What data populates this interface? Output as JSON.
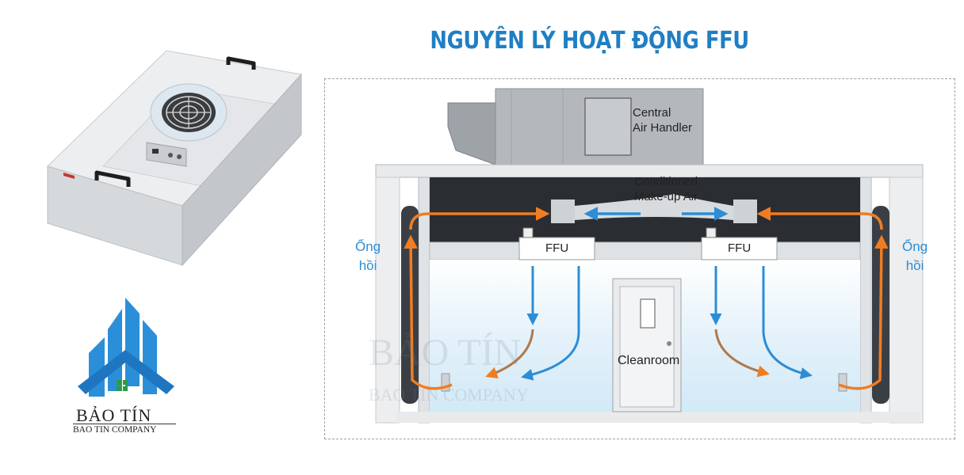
{
  "title": "NGUYÊN LÝ HOẠT ĐỘNG FFU",
  "diagram": {
    "central_air_handler": "Central\nAir Handler",
    "conditioned_air": "Conditioned\nMake-up Air",
    "ffu_left": "FFU",
    "ffu_right": "FFU",
    "cleanroom": "Cleanroom",
    "return_duct_left": "Ống\nhồi",
    "return_duct_right": "Ống\nhồi",
    "watermark_name": "BẢO TÍN",
    "watermark_company": "BAO TIN COMPANY"
  },
  "logo": {
    "name": "BẢO TÍN",
    "company": "BAO TIN COMPANY"
  },
  "colors": {
    "title_blue": "#1f7fc4",
    "arrow_orange": "#f07d22",
    "arrow_blue": "#2c8dd6",
    "structure_gray": "#d9dcdf",
    "ceiling_dark": "#2a2d31"
  }
}
